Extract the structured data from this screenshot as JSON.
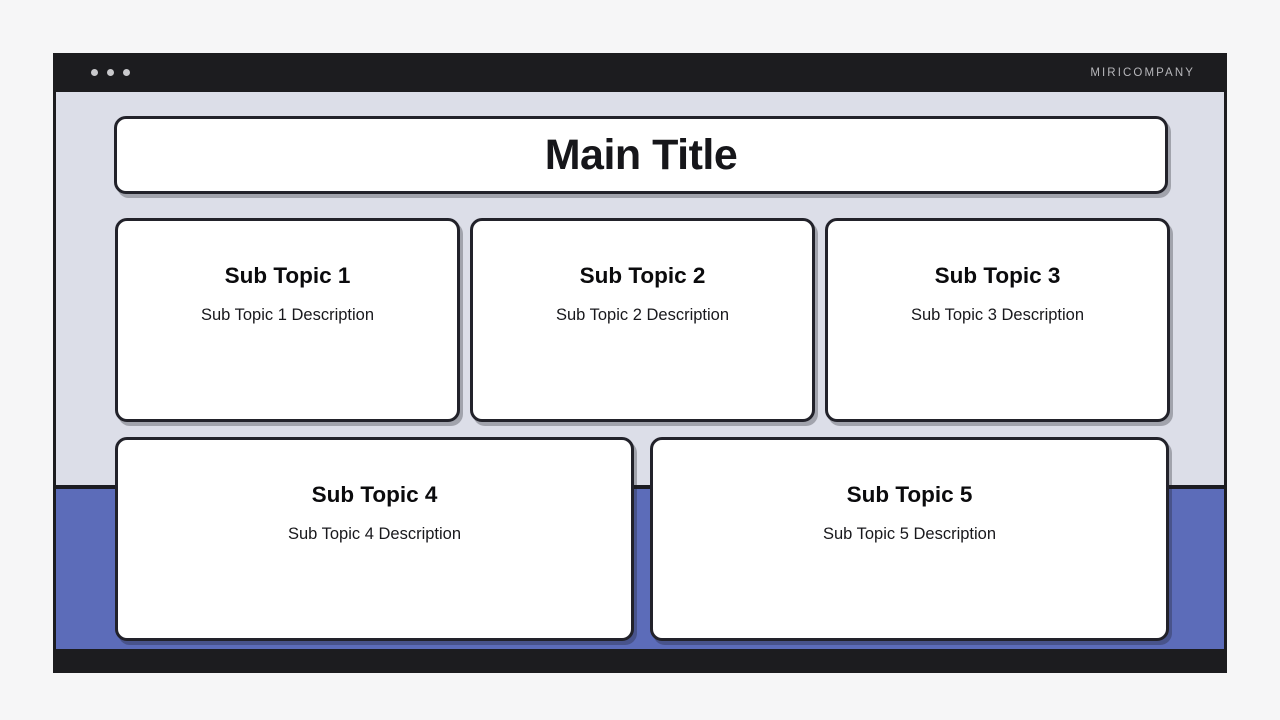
{
  "window": {
    "titlebar": {
      "dots_icon": "window-dots-icon",
      "dot_count": 3,
      "brand": "MIRICOMPANY"
    }
  },
  "slide": {
    "title": "Main Title",
    "cards": [
      {
        "title": "Sub Topic 1",
        "description": "Sub Topic 1 Description"
      },
      {
        "title": "Sub Topic 2",
        "description": "Sub Topic 2 Description"
      },
      {
        "title": "Sub Topic 3",
        "description": "Sub Topic 3 Description"
      },
      {
        "title": "Sub Topic 4",
        "description": "Sub Topic 4 Description"
      },
      {
        "title": "Sub Topic 5",
        "description": "Sub Topic 5 Description"
      }
    ]
  },
  "colors": {
    "page_background": "#f6f6f7",
    "frame": "#1c1c1f",
    "canvas_upper": "#dcdee8",
    "canvas_lower": "#5c6cb9",
    "card_border": "#22222a",
    "card_fill": "#ffffff",
    "text_primary": "#16161a",
    "brand_text": "#b6b6ba"
  }
}
